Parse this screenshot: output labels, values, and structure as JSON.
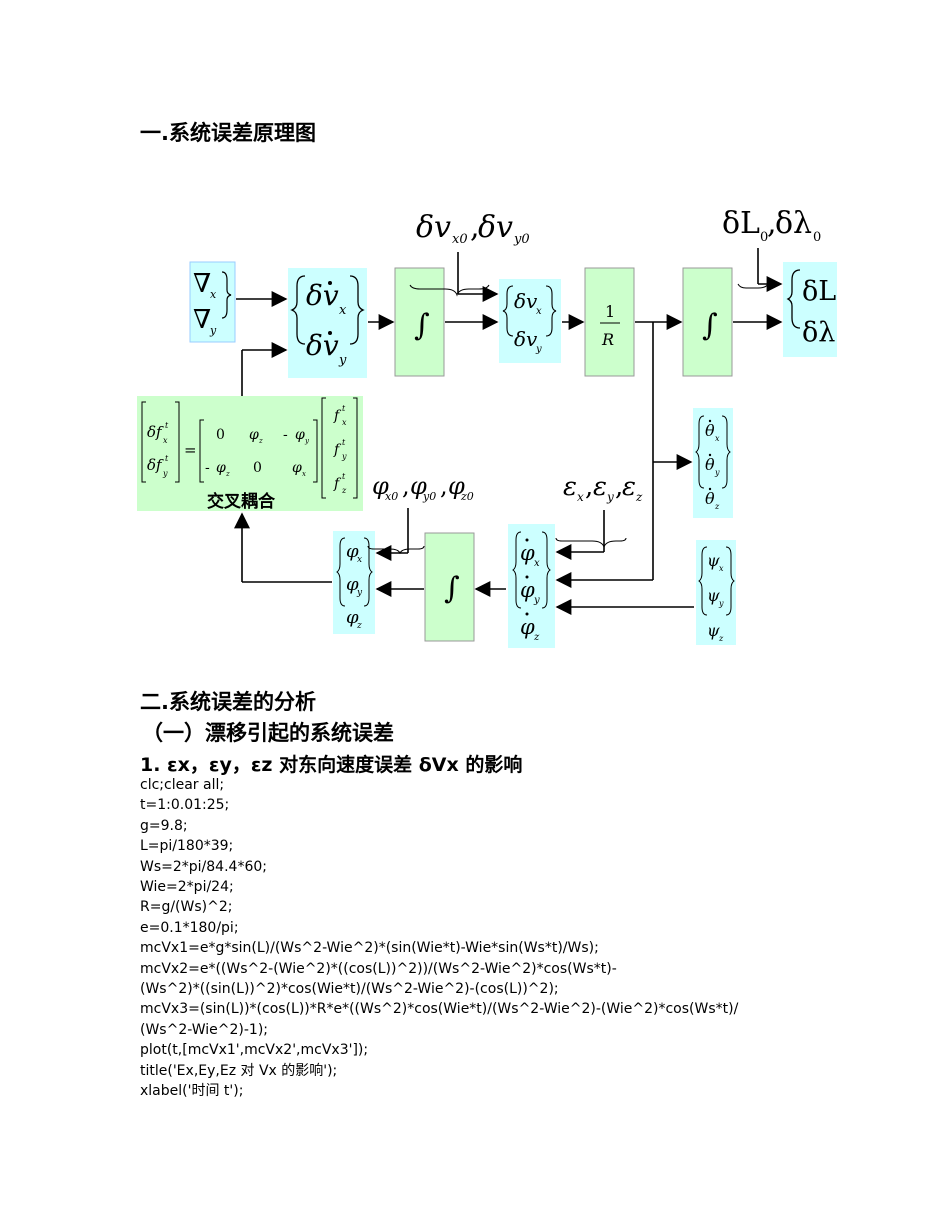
{
  "headings": {
    "section1": "一.系统误差原理图",
    "section2": "二.系统误差的分析",
    "subsection": "（一）漂移引起的系统误差",
    "item": "1. εx，εy，εz 对东向速度误差 δVx 的影响"
  },
  "diagram": {
    "nabla_x": "∇",
    "nabla_y": "∇",
    "sub_x": "x",
    "sub_y": "y",
    "sub_z": "z",
    "initial_v": "δv",
    "initial_v_subs": [
      "x0",
      "y0"
    ],
    "initial_pos": "δL",
    "initial_pos_sub": "0",
    "initial_lambda": "δλ",
    "initial_lambda_sub": "0",
    "integral": "∫",
    "one": "1",
    "R": "R",
    "dv": "δv",
    "dL": "δL",
    "dlambda": "δλ",
    "theta": "θ",
    "psi": "ψ",
    "phi": "φ",
    "eps": "ε",
    "df": "δf",
    "f": "f",
    "t": "t",
    "zero": "0",
    "minus": "-",
    "equals": "=",
    "phi0_subs": [
      "x0",
      "y0",
      "z0"
    ],
    "coupling_label": "交叉耦合"
  },
  "code_lines": [
    "clc;clear all;",
    "t=1:0.01:25;",
    "g=9.8;",
    "L=pi/180*39;",
    "Ws=2*pi/84.4*60;",
    "Wie=2*pi/24;",
    "R=g/(Ws)^2;",
    "e=0.1*180/pi;",
    "mcVx1=e*g*sin(L)/(Ws^2-Wie^2)*(sin(Wie*t)-Wie*sin(Ws*t)/Ws);",
    "mcVx2=e*((Ws^2-(Wie^2)*((cos(L))^2))/(Ws^2-Wie^2)*cos(Ws*t)-",
    "(Ws^2)*((sin(L))^2)*cos(Wie*t)/(Ws^2-Wie^2)-(cos(L))^2);",
    "mcVx3=(sin(L))*(cos(L))*R*e*((Ws^2)*cos(Wie*t)/(Ws^2-Wie^2)-(Wie^2)*cos(Ws*t)/",
    "(Ws^2-Wie^2)-1);",
    "plot(t,[mcVx1',mcVx2',mcVx3']);",
    "title('Ex,Ey,Ez 对 Vx 的影响');",
    "xlabel('时间 t');"
  ],
  "colors": {
    "cyan_box": "#ccffff",
    "green_box": "#ccffcc",
    "green_matrix": "#ccffcc"
  }
}
